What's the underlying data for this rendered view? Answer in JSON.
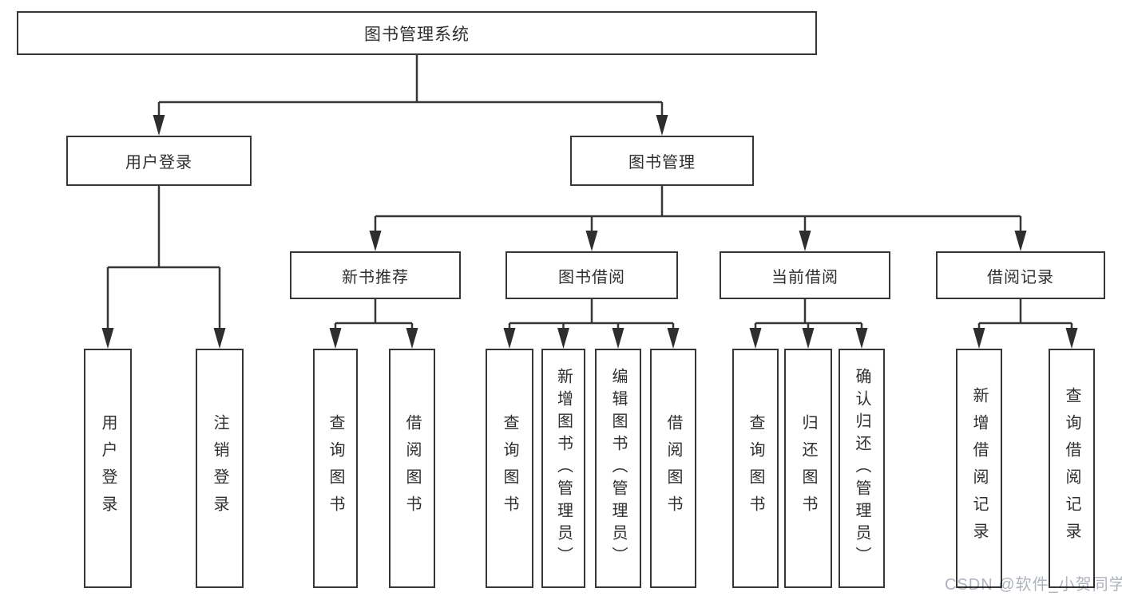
{
  "diagram": {
    "title": "图书管理系统",
    "root": {
      "label": "图书管理系统"
    },
    "level2": [
      {
        "label": "用户登录"
      },
      {
        "label": "图书管理"
      }
    ],
    "level3": [
      {
        "label": "新书推荐"
      },
      {
        "label": "图书借阅"
      },
      {
        "label": "当前借阅"
      },
      {
        "label": "借阅记录"
      }
    ],
    "leaves": {
      "user_login": [
        {
          "label": "用户登录"
        },
        {
          "label": "注销登录"
        }
      ],
      "new_book": [
        {
          "label": "查询图书"
        },
        {
          "label": "借阅图书"
        }
      ],
      "book_borrow": [
        {
          "label": "查询图书"
        },
        {
          "label": "新增图书（管理员）"
        },
        {
          "label": "编辑图书（管理员）"
        },
        {
          "label": "借阅图书"
        }
      ],
      "current_borrow": [
        {
          "label": "查询图书"
        },
        {
          "label": "归还图书"
        },
        {
          "label": "确认归还（管理员）"
        }
      ],
      "borrow_records": [
        {
          "label": "新增借阅记录"
        },
        {
          "label": "查询借阅记录"
        }
      ]
    },
    "watermark": "CSDN @软件_小贺同学",
    "colors": {
      "line": "#363636",
      "box_border": "#363636",
      "box_fill": "#ffffff",
      "text": "#2f2f2f",
      "watermark": "#aeb3bd"
    }
  }
}
